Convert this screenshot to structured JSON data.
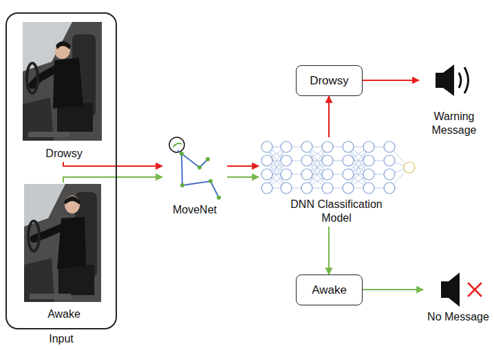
{
  "diagram": {
    "nodes": [
      {
        "text": [
          "Input"
        ]
      },
      {
        "text": [
          "Drowsy"
        ],
        "in": 0
      },
      {
        "text": [
          "Awake"
        ],
        "in": 0
      },
      {
        "text": [
          "MoveNet"
        ]
      },
      {
        "text": [
          "DNN Classification Model"
        ]
      },
      {
        "text": [
          "Drowsy"
        ]
      },
      {
        "text": [
          "Awake"
        ]
      },
      {
        "text": [
          "Warning Message"
        ]
      },
      {
        "text": [
          "No Message"
        ]
      }
    ],
    "edges": [
      {
        "from": 1,
        "to": 3,
        "arrow": "to"
      },
      {
        "from": 2,
        "to": 3,
        "arrow": "to"
      },
      {
        "from": 3,
        "to": 4,
        "arrow": "to"
      },
      {
        "from": 3,
        "to": 4,
        "arrow": "to"
      },
      {
        "from": 4,
        "to": 5,
        "arrow": "to"
      },
      {
        "from": 5,
        "to": 7,
        "arrow": "to"
      },
      {
        "from": 4,
        "to": 6,
        "arrow": "to"
      },
      {
        "from": 6,
        "to": 8,
        "arrow": "to"
      }
    ]
  }
}
